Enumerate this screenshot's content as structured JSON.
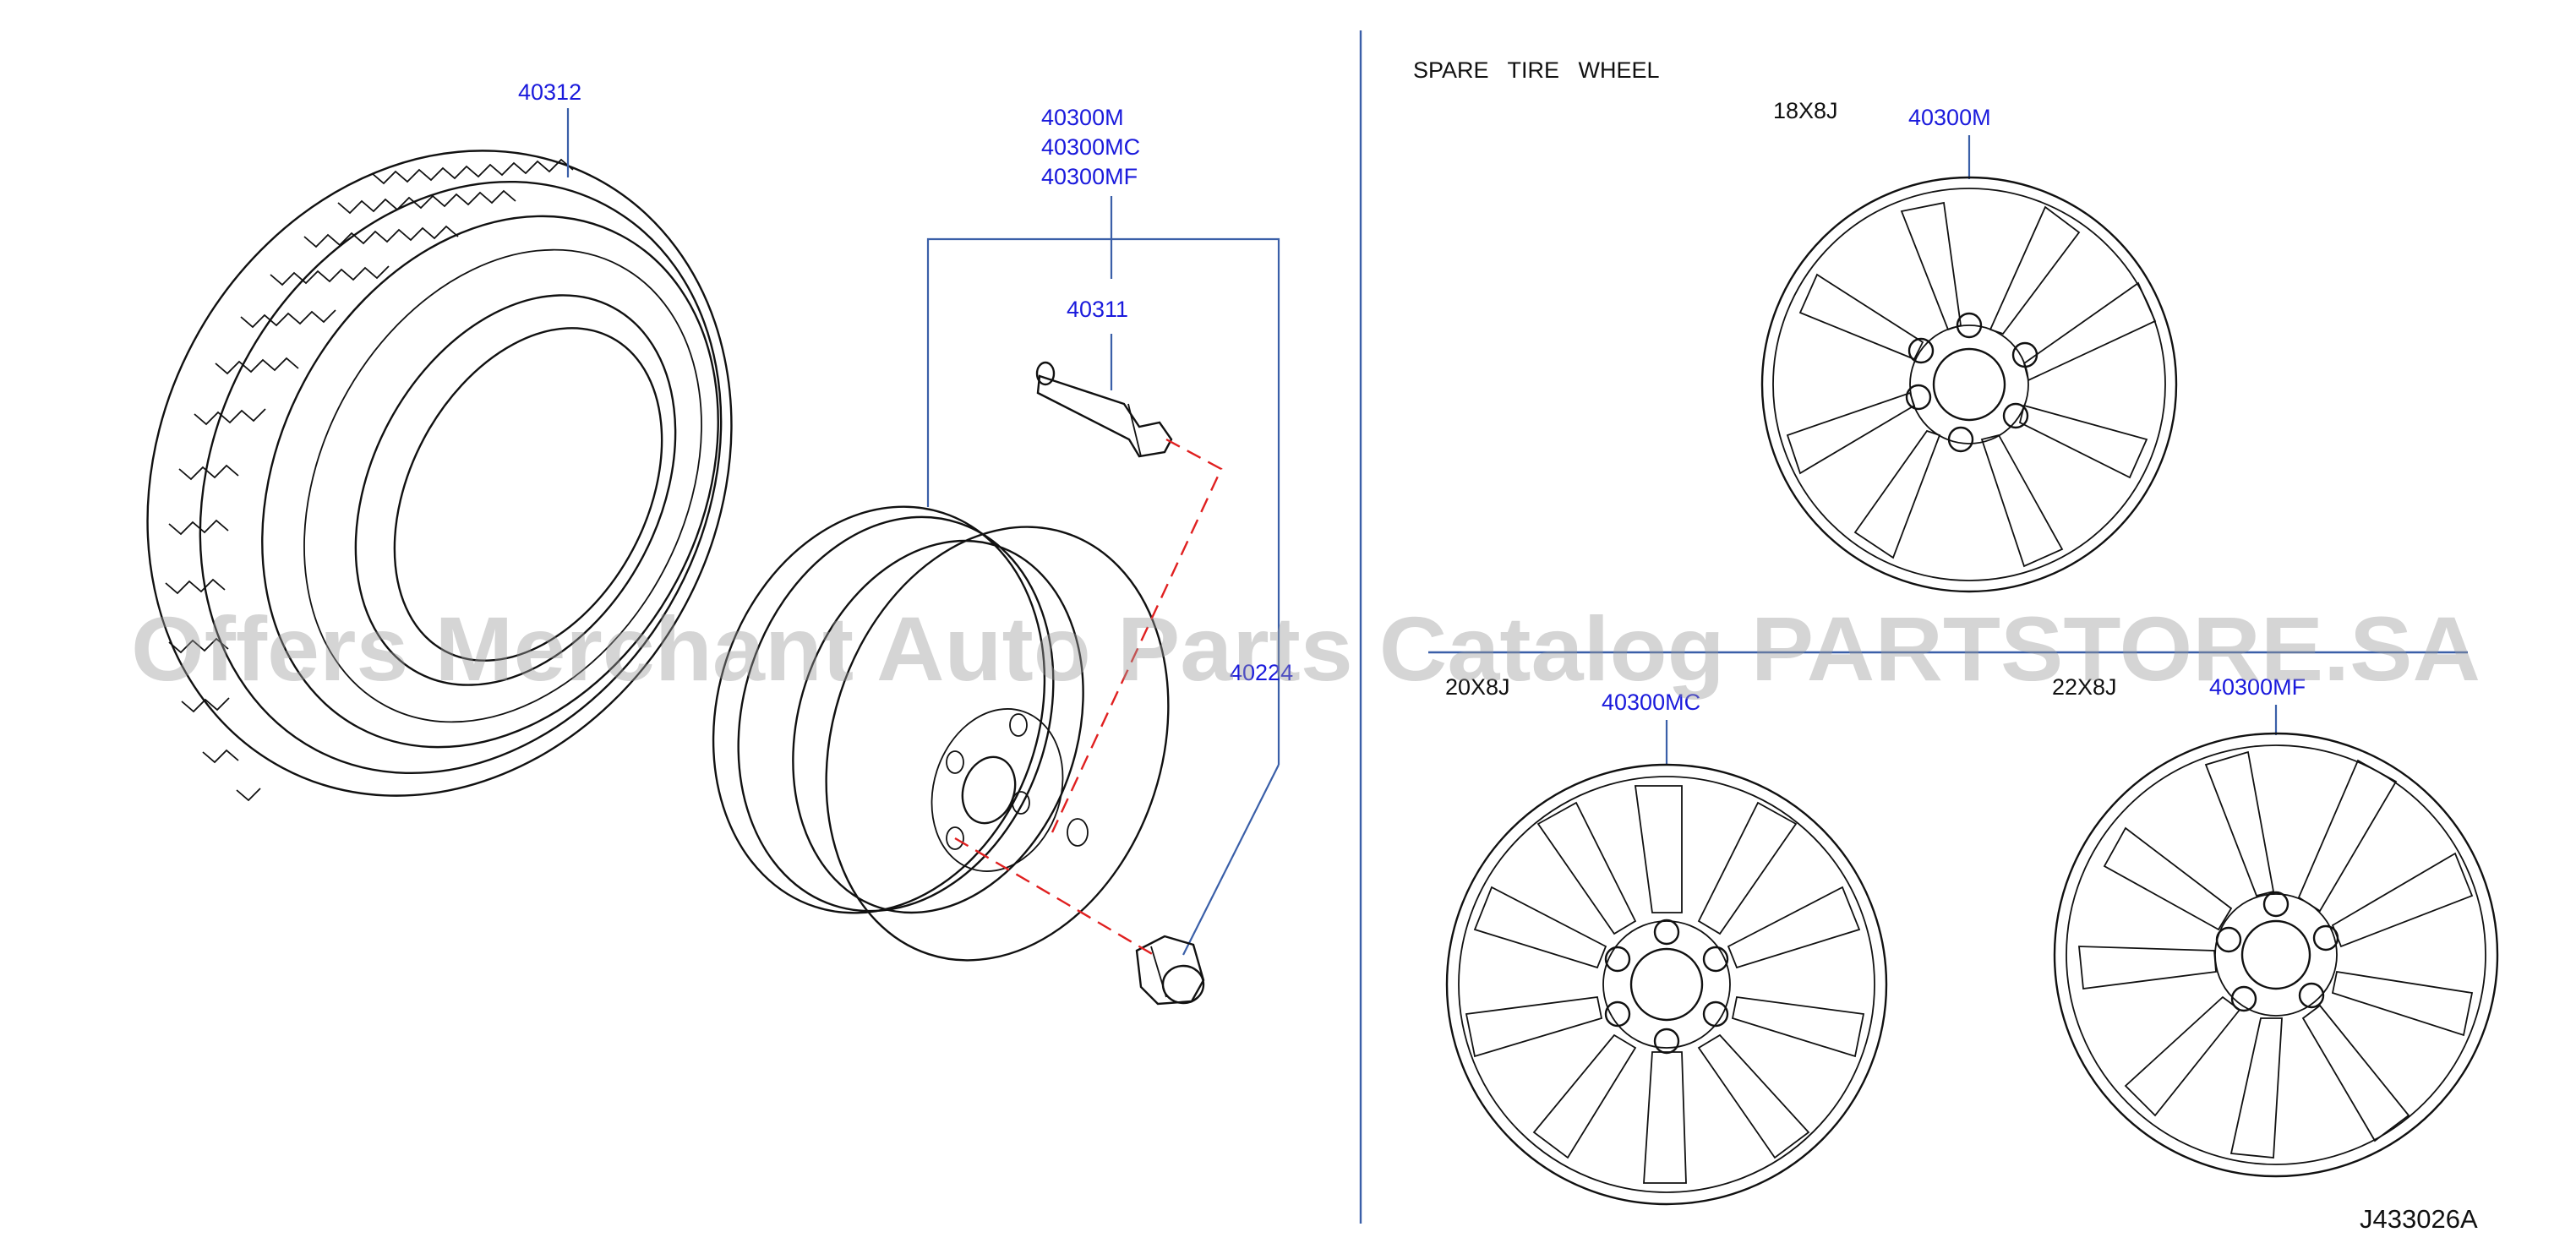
{
  "labels": {
    "tire": "40312",
    "wheel_assy": [
      "40300M",
      "40300MC",
      "40300MF"
    ],
    "valve": "40311",
    "nut": "40224"
  },
  "spare": {
    "title": "SPARE   TIRE   WHEEL",
    "wheels": [
      {
        "size": "18X8J",
        "part": "40300M"
      },
      {
        "size": "20X8J",
        "part": "40300MC"
      },
      {
        "size": "22X8J",
        "part": "40300MF"
      }
    ]
  },
  "diagram_id": "J433026A",
  "watermark": "Offers Merchant Auto Parts Catalog PARTSTORE.SA",
  "colors": {
    "label": "#1a1adc",
    "leader": "#3a5fa8",
    "dashed": "#e02020",
    "line": "#111111"
  }
}
